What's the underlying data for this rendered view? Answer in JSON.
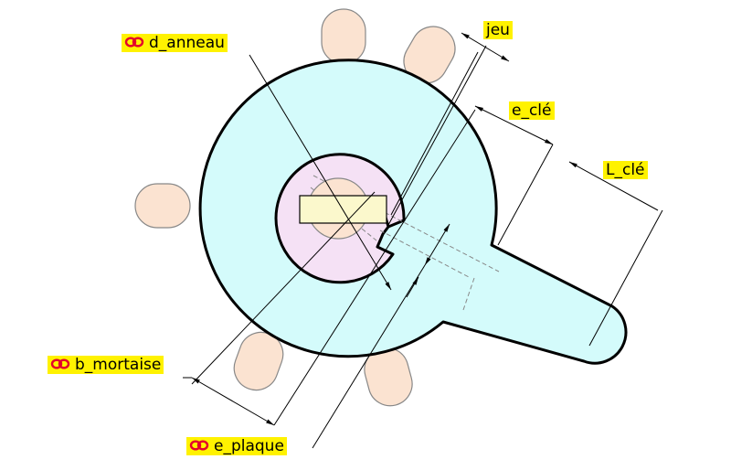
{
  "labels": {
    "d_anneau": "d_anneau",
    "jeu": "jeu",
    "e_cle": "e_clé",
    "L_cle": "L_clé",
    "b_mortaise": "b_mortaise",
    "e_plaque": "e_plaque"
  },
  "colors": {
    "plate_fill": "#d4fbfb",
    "ring_fill": "#f5e1f5",
    "finger_fill": "#fbe3d1",
    "key_fill": "#fbf8cc",
    "label_bg": "#fff200",
    "link_icon": "#e4002b",
    "outline": "#000000"
  },
  "icons": {
    "link": "chain-link-icon"
  }
}
